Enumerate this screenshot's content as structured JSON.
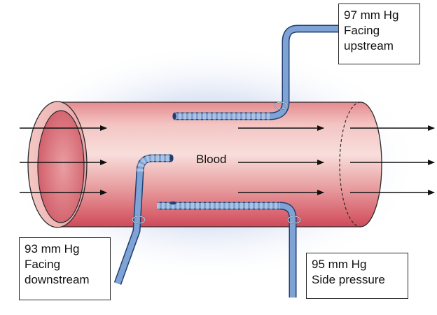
{
  "diagram": {
    "blood_label": "Blood",
    "upstream_probe": {
      "pressure": "97 mm Hg",
      "line1": "Facing",
      "line2": "upstream"
    },
    "downstream_probe": {
      "pressure": "93 mm Hg",
      "line1": "Facing",
      "line2": "downstream"
    },
    "side_probe": {
      "pressure": "95 mm Hg",
      "line1": "Side pressure"
    }
  },
  "colors": {
    "vessel": "#d9606c",
    "vessel_highlight": "#f6d2d0",
    "vessel_lumen": "#e0808a",
    "glow": "#b9c8ea",
    "tube": "#7fa3d4",
    "tube_outline": "#1f3f72",
    "arrow": "#111111"
  }
}
